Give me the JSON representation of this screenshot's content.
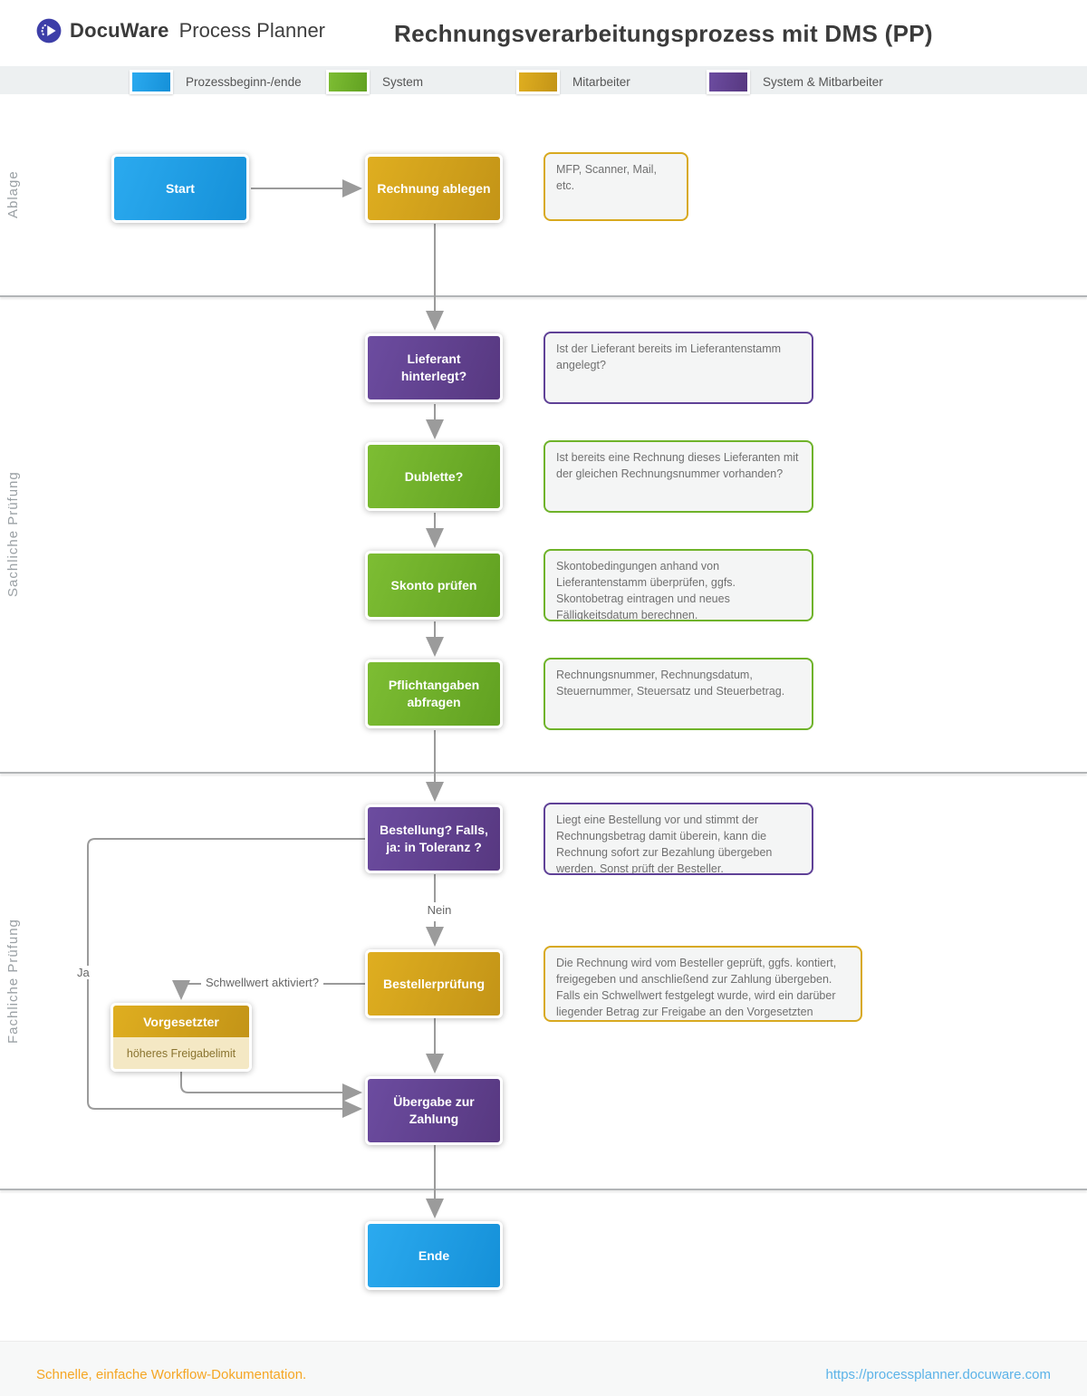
{
  "header": {
    "brand": "DocuWare",
    "product": "Process Planner",
    "title": "Rechnungsverarbeitungsprozess mit DMS (PP)"
  },
  "legend": {
    "items": [
      {
        "label": "Prozessbeginn-/ende",
        "color": "#1EA0E6"
      },
      {
        "label": "System",
        "color": "#6FAE28"
      },
      {
        "label": "Mitarbeiter",
        "color": "#D3A318"
      },
      {
        "label": "System & Mitbarbeiter",
        "color": "#5F4197"
      }
    ]
  },
  "lanes": [
    {
      "label": "Ablage"
    },
    {
      "label": "Sachliche Prüfung"
    },
    {
      "label": "Fachliche Prüfung"
    }
  ],
  "nodes": {
    "start": {
      "label": "Start",
      "type": "Prozessbeginn-/ende"
    },
    "rechnung_ablegen": {
      "label": "Rechnung ablegen",
      "type": "Mitarbeiter"
    },
    "lieferant": {
      "label": "Lieferant hinterlegt?",
      "type": "System & Mitbarbeiter"
    },
    "dublette": {
      "label": "Dublette?",
      "type": "System"
    },
    "skonto": {
      "label": "Skonto prüfen",
      "type": "System"
    },
    "pflichtangaben": {
      "label": "Pflichtangaben abfragen",
      "type": "System"
    },
    "bestellung": {
      "label": "Bestellung? Falls, ja: in Toleranz ?",
      "type": "System & Mitbarbeiter"
    },
    "bestellerpruefung": {
      "label": "Bestellerprüfung",
      "type": "Mitarbeiter"
    },
    "vorgesetzter": {
      "label": "Vorgesetzter",
      "sublabel": "höheres Freigabelimit",
      "type": "Mitarbeiter"
    },
    "uebergabe": {
      "label": "Übergabe zur Zahlung",
      "type": "System & Mitbarbeiter"
    },
    "ende": {
      "label": "Ende",
      "type": "Prozessbeginn-/ende"
    }
  },
  "notes": {
    "n1": "MFP, Scanner, Mail, etc.",
    "n2": "Ist der Lieferant bereits im Lieferantenstamm angelegt?",
    "n3": "Ist bereits eine Rechnung dieses Lieferanten mit der gleichen Rechnungsnummer vorhanden?",
    "n4": "Skontobedingungen anhand von Lieferantenstamm überprüfen, ggfs. Skontobetrag eintragen und neues Fälligkeitsdatum berechnen.",
    "n5": "Rechnungsnummer, Rechnungsdatum, Steuernummer, Steuersatz und Steuerbetrag.",
    "n6": "Liegt eine Bestellung vor und stimmt der Rechnungsbetrag damit überein, kann die Rechnung sofort zur Bezahlung übergeben werden. Sonst prüft der Besteller.",
    "n7": "Die Rechnung wird vom Besteller geprüft, ggfs. kontiert, freigegeben und anschließend zur Zahlung übergeben. Falls ein Schwellwert festgelegt wurde, wird ein darüber liegender Betrag zur Freigabe an den Vorgesetzten geleitet."
  },
  "edge_labels": {
    "nein": "Nein",
    "ja": "Ja",
    "schwellwert": "Schwellwert aktiviert?"
  },
  "footer": {
    "tagline": "Schnelle, einfache Workflow-Dokumentation.",
    "url": "https://processplanner.docuware.com"
  },
  "colors": {
    "start_end": "#1EA0E6",
    "system": "#6FAE28",
    "mitarbeiter": "#D3A318",
    "system_mitarbeiter": "#5F4197",
    "connector": "#9B9B9B",
    "footer_tagline": "#F5A623",
    "footer_url": "#5CB3E8",
    "logo": "#3D3EA8"
  }
}
